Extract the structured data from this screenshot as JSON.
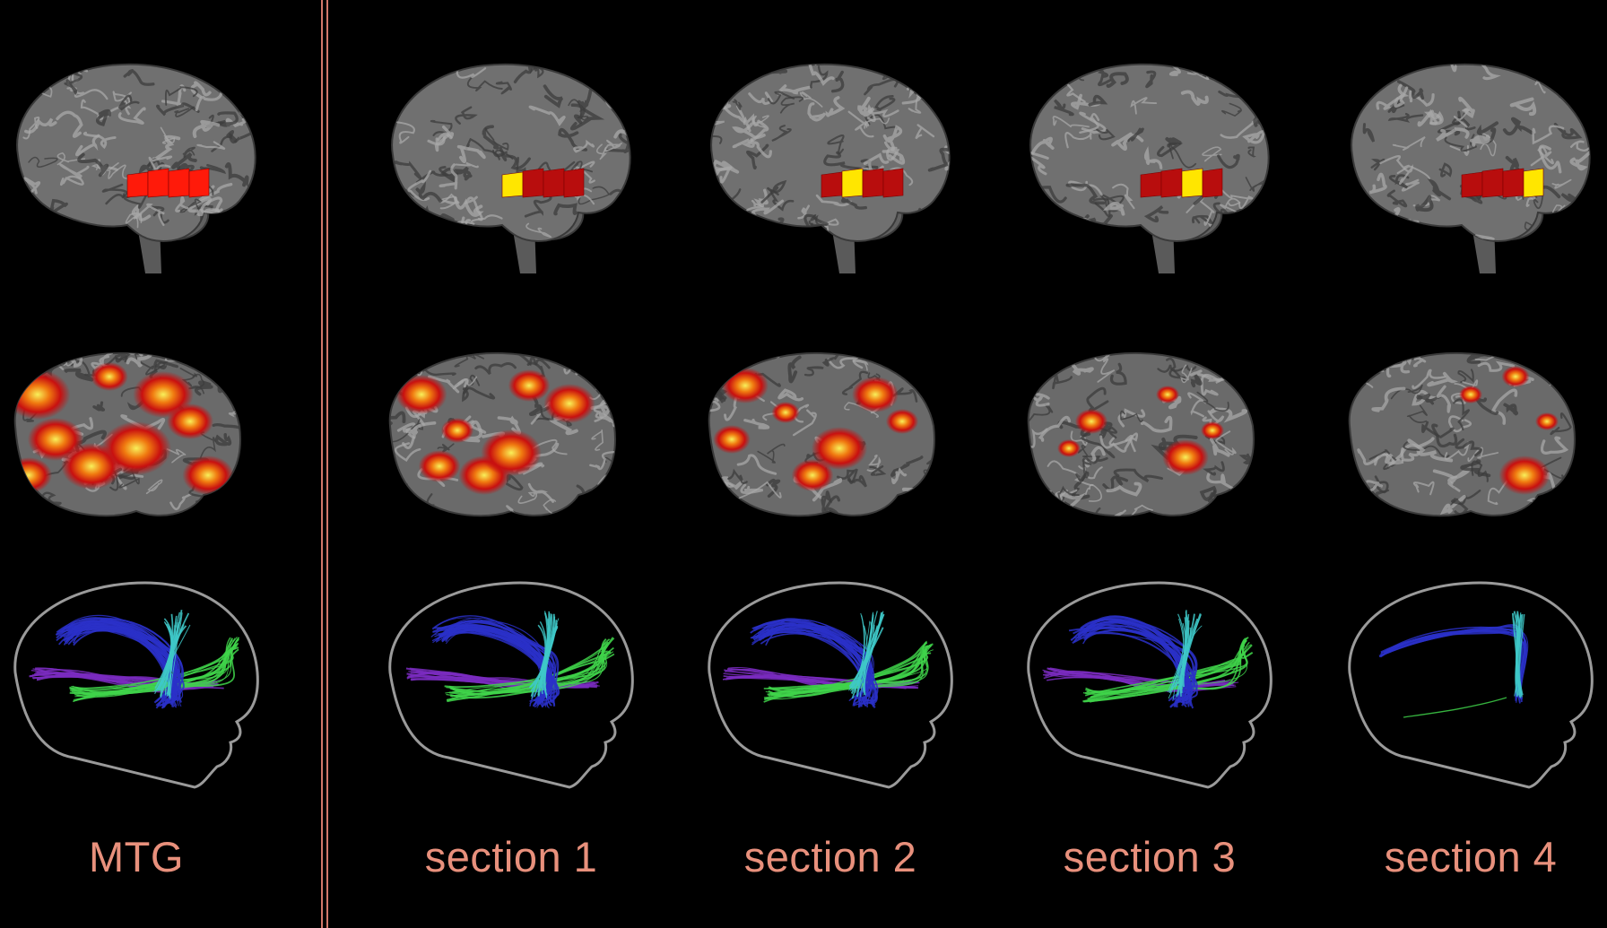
{
  "columns": [
    {
      "id": "mtg",
      "label": "MTG",
      "roi": [
        "red",
        "red",
        "red",
        "red"
      ]
    },
    {
      "id": "s1",
      "label": "section 1",
      "roi": [
        "yellow",
        "darkred",
        "darkred",
        "darkred"
      ]
    },
    {
      "id": "s2",
      "label": "section 2",
      "roi": [
        "darkred",
        "yellow",
        "darkred",
        "darkred"
      ]
    },
    {
      "id": "s3",
      "label": "section 3",
      "roi": [
        "darkred",
        "darkred",
        "yellow",
        "darkred"
      ]
    },
    {
      "id": "s4",
      "label": "section 4",
      "roi": [
        "darkred",
        "darkred",
        "darkred",
        "yellow"
      ]
    }
  ],
  "colors": {
    "background": "#000000",
    "cortex": "#707070",
    "roi_red": "#ff1a0a",
    "roi_darkred": "#b80d0d",
    "roi_yellow": "#ffe600",
    "label": "#e8907c",
    "divider": "#d2786a",
    "outline": "#9a9a9a",
    "tract_blue": "#2a30c8",
    "tract_cyan": "#3ec8c8",
    "tract_green": "#3fd44a",
    "tract_purple": "#7a2cc0"
  }
}
